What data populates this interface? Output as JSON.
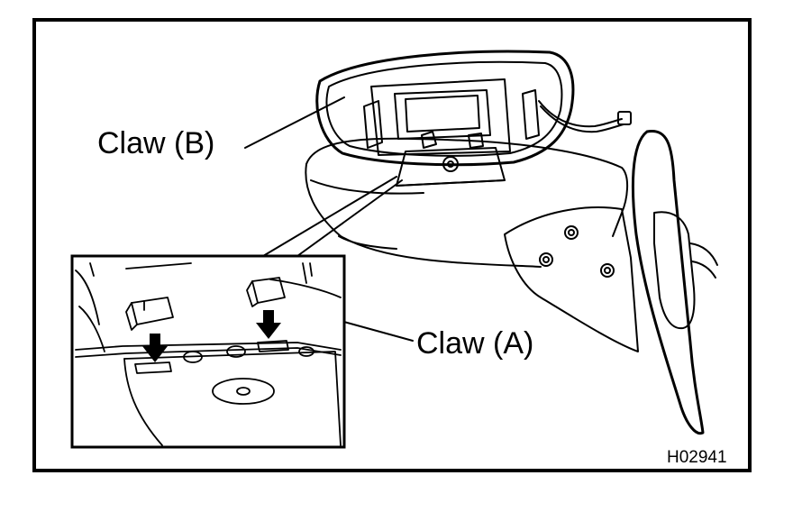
{
  "labels": {
    "claw_b": "Claw (B)",
    "claw_a": "Claw (A)",
    "figure_code": "H02941"
  }
}
